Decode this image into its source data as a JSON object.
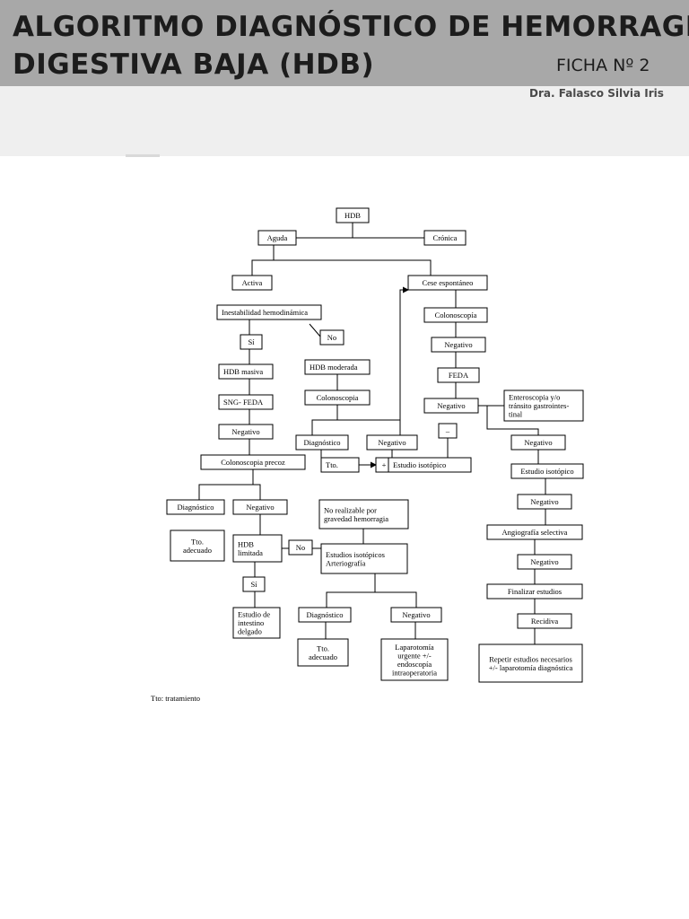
{
  "header": {
    "title_line1": "ALGORITMO DIAGNÓSTICO DE HEMORRAGIA",
    "title_line2": "DIGESTIVA BAJA (HDB)",
    "ficha": "FICHA Nº 2",
    "author": "Dra. Falasco Silvia Iris"
  },
  "colors": {
    "header_bg": "#a8a8a8",
    "subheader_bg": "#efefef",
    "node_border": "#000000"
  },
  "nodes": [
    {
      "id": "hdb",
      "lines": [
        "HDB"
      ]
    },
    {
      "id": "aguda",
      "lines": [
        "Aguda"
      ]
    },
    {
      "id": "cronica",
      "lines": [
        "Crónica"
      ]
    },
    {
      "id": "activa",
      "lines": [
        "Activa"
      ]
    },
    {
      "id": "cese",
      "lines": [
        "Cese espontáneo"
      ]
    },
    {
      "id": "inestabilidad",
      "lines": [
        "Inestabilidad hemodinámica"
      ]
    },
    {
      "id": "colono1",
      "lines": [
        "Colonoscopía"
      ]
    },
    {
      "id": "si1",
      "lines": [
        "Sí"
      ]
    },
    {
      "id": "no1",
      "lines": [
        "No"
      ]
    },
    {
      "id": "negativo_r1",
      "lines": [
        "Negativo"
      ]
    },
    {
      "id": "hdb_masiva",
      "lines": [
        "HDB masiva"
      ]
    },
    {
      "id": "hdb_moderada",
      "lines": [
        "HDB moderada"
      ]
    },
    {
      "id": "feda_r",
      "lines": [
        "FEDA"
      ]
    },
    {
      "id": "sng_feda",
      "lines": [
        "SNG- FEDA"
      ]
    },
    {
      "id": "colono2",
      "lines": [
        "Colonoscopia"
      ]
    },
    {
      "id": "negativo_r2",
      "lines": [
        "Negativo"
      ]
    },
    {
      "id": "enteroscopia",
      "lines": [
        "Enteroscopia y/o",
        "tránsito gastrointes-",
        "tinal"
      ]
    },
    {
      "id": "negativo_l1",
      "lines": [
        "Negativo"
      ]
    },
    {
      "id": "minus",
      "lines": [
        "–"
      ]
    },
    {
      "id": "diag_m1",
      "lines": [
        "Diagnóstico"
      ]
    },
    {
      "id": "neg_m1",
      "lines": [
        "Negativo"
      ]
    },
    {
      "id": "negativo_r3",
      "lines": [
        "Negativo"
      ]
    },
    {
      "id": "colono_precoz",
      "lines": [
        "Colonoscopia precoz"
      ]
    },
    {
      "id": "tto_m",
      "lines": [
        "Tto."
      ]
    },
    {
      "id": "plus",
      "lines": [
        "+"
      ]
    },
    {
      "id": "est_iso1",
      "lines": [
        "Estudio isotópico"
      ]
    },
    {
      "id": "est_iso_r",
      "lines": [
        "Estudio isotópico"
      ]
    },
    {
      "id": "diag_l2",
      "lines": [
        "Diagnóstico"
      ]
    },
    {
      "id": "neg_l2",
      "lines": [
        "Negativo"
      ]
    },
    {
      "id": "no_realizable",
      "lines": [
        "No realizable por",
        "gravedad hemorragia"
      ]
    },
    {
      "id": "negativo_r4",
      "lines": [
        "Negativo"
      ]
    },
    {
      "id": "tto_adecuado1",
      "lines": [
        "Tto.",
        "adecuado"
      ]
    },
    {
      "id": "hdb_limitada",
      "lines": [
        "HDB",
        "limitada"
      ]
    },
    {
      "id": "no2",
      "lines": [
        "No"
      ]
    },
    {
      "id": "est_arterio",
      "lines": [
        "Estudios isotópicos",
        "Arteriografía"
      ]
    },
    {
      "id": "angiografia",
      "lines": [
        "Angiografía selectiva"
      ]
    },
    {
      "id": "negativo_r5",
      "lines": [
        "Negativo"
      ]
    },
    {
      "id": "si2",
      "lines": [
        "Sí"
      ]
    },
    {
      "id": "finalizar",
      "lines": [
        "Finalizar estudios"
      ]
    },
    {
      "id": "intestino",
      "lines": [
        "Estudio de",
        "intestino",
        "delgado"
      ]
    },
    {
      "id": "diag_b",
      "lines": [
        "Diagnóstico"
      ]
    },
    {
      "id": "neg_b",
      "lines": [
        "Negativo"
      ]
    },
    {
      "id": "recidiva",
      "lines": [
        "Recidiva"
      ]
    },
    {
      "id": "tto_adecuado2",
      "lines": [
        "Tto.",
        "adecuado"
      ]
    },
    {
      "id": "laparotomia",
      "lines": [
        "Laparotomía",
        "urgente +/-",
        "endoscopía",
        "intraoperatoria"
      ]
    },
    {
      "id": "repetir",
      "lines": [
        "Repetir estudios necesarios",
        "+/- laparotomía diagnóstica"
      ]
    }
  ],
  "footnote": "Tto: tratamiento"
}
